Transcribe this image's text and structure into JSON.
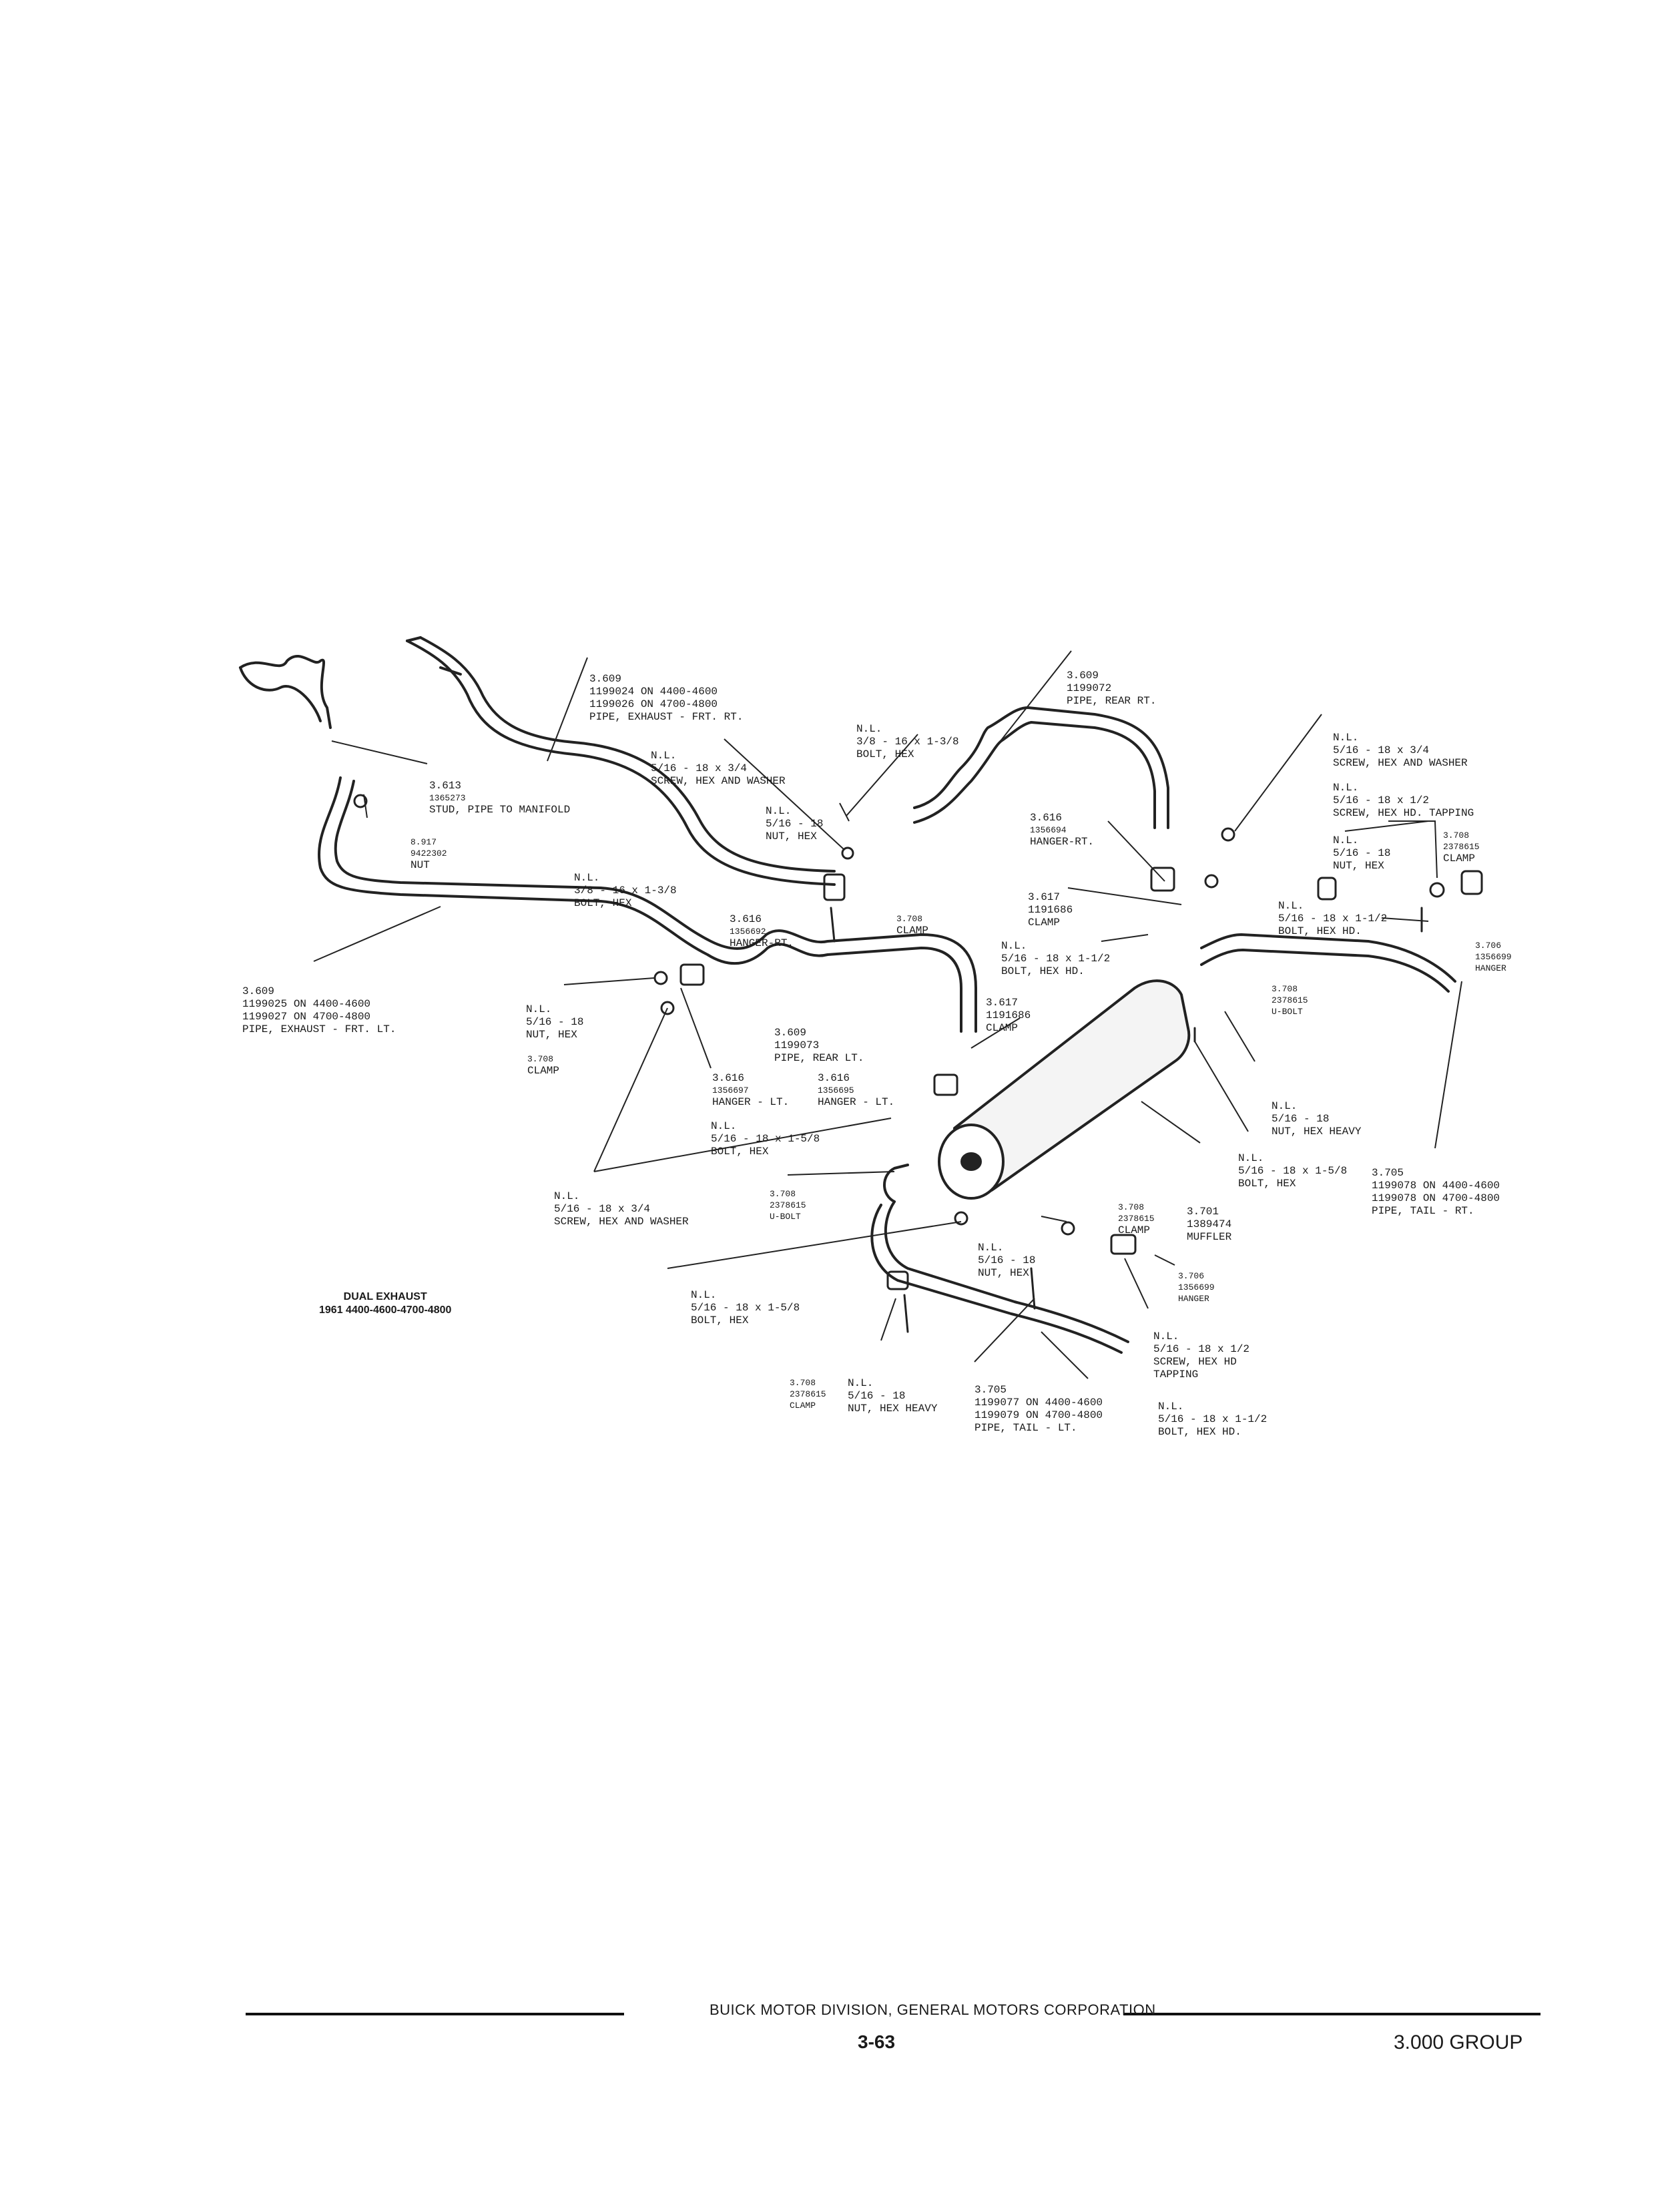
{
  "title": {
    "line1": "DUAL EXHAUST",
    "line2": "1961 4400-4600-4700-4800"
  },
  "footer": {
    "company": "BUICK MOTOR DIVISION, GENERAL MOTORS CORPORATION",
    "page": "3-63",
    "group": "3.000 GROUP"
  },
  "labels": {
    "pipe_exhaust_frt_rt": [
      "3.609",
      "1199024 ON 4400-4600",
      "1199026 ON 4700-4800",
      "PIPE, EXHAUST - FRT. RT."
    ],
    "pipe_rear_rt": [
      "3.609",
      "1199072",
      "PIPE, REAR RT."
    ],
    "bolt_hex_3_8_top": [
      "N.L.",
      "3/8 - 16 x 1-3/8",
      "BOLT, HEX"
    ],
    "screw_hex_washer_top": [
      "N.L.",
      "5/16 - 18 x 3/4",
      "SCREW, HEX AND WASHER"
    ],
    "stud_pipe_manifold": [
      "3.613",
      "1365273",
      "STUD, PIPE TO MANIFOLD"
    ],
    "nut_manifold": [
      "8.917",
      "9422302",
      "NUT"
    ],
    "nut_hex_upper": [
      "N.L.",
      "5/16 - 18",
      "NUT, HEX"
    ],
    "screw_hex_washer_right": [
      "N.L.",
      "5/16 - 18 x 3/4",
      "SCREW, HEX AND WASHER"
    ],
    "screw_tapping_right": [
      "N.L.",
      "5/16 - 18 x 1/2",
      "SCREW, HEX HD. TAPPING"
    ],
    "hanger_rt_right": [
      "3.616",
      "1356694",
      "HANGER-RT."
    ],
    "nut_hex_right": [
      "N.L.",
      "5/16 - 18",
      "NUT, HEX"
    ],
    "clamp_right_upper": [
      "3.708",
      "2378615",
      "CLAMP"
    ],
    "bolt_hex_3_8_mid": [
      "N.L.",
      "3/8 - 16 x 1-3/8",
      "BOLT, HEX"
    ],
    "hanger_rt_mid": [
      "3.616",
      "1356692",
      "HANGER-RT."
    ],
    "clamp_mid": [
      "3.708",
      "CLAMP"
    ],
    "clamp_right_mid": [
      "3.617",
      "1191686",
      "CLAMP"
    ],
    "bolt_hex_hd_right": [
      "N.L.",
      "5/16 - 18 x 1-1/2",
      "BOLT, HEX HD."
    ],
    "hanger_far_right": [
      "3.706",
      "1356699",
      "HANGER"
    ],
    "bolt_hex_hd_mid": [
      "N.L.",
      "5/16 - 18 x 1-1/2",
      "BOLT, HEX HD."
    ],
    "pipe_exhaust_frt_lt": [
      "3.609",
      "1199025 ON 4400-4600",
      "1199027 ON 4700-4800",
      "PIPE, EXHAUST - FRT. LT."
    ],
    "nut_hex_left": [
      "N.L.",
      "5/16 - 18",
      "NUT, HEX"
    ],
    "clamp_left": [
      "3.708",
      "CLAMP"
    ],
    "clamp_center": [
      "3.617",
      "1191686",
      "CLAMP"
    ],
    "ubolt_right": [
      "3.708",
      "2378615",
      "U-BOLT"
    ],
    "pipe_rear_lt": [
      "3.609",
      "1199073",
      "PIPE, REAR LT."
    ],
    "hanger_lt_a": [
      "3.616",
      "1356697",
      "HANGER - LT."
    ],
    "hanger_lt_b": [
      "3.616",
      "1356695",
      "HANGER - LT."
    ],
    "nut_hex_heavy_right": [
      "N.L.",
      "5/16 - 18",
      "NUT, HEX HEAVY"
    ],
    "bolt_hex_5_8_left": [
      "N.L.",
      "5/16 - 18 x 1-5/8",
      "BOLT, HEX"
    ],
    "bolt_hex_5_8_right": [
      "N.L.",
      "5/16 - 18 x 1-5/8",
      "BOLT, HEX"
    ],
    "pipe_tail_rt": [
      "3.705",
      "1199078 ON 4400-4600",
      "1199078 ON 4700-4800",
      "PIPE, TAIL - RT."
    ],
    "screw_hex_washer_bottom": [
      "N.L.",
      "5/16 - 18 x 3/4",
      "SCREW, HEX AND WASHER"
    ],
    "ubolt_center": [
      "3.708",
      "2378615",
      "U-BOLT"
    ],
    "clamp_bottom_right": [
      "3.708",
      "2378615",
      "CLAMP"
    ],
    "muffler": [
      "3.701",
      "1389474",
      "MUFFLER"
    ],
    "nut_hex_bottom": [
      "N.L.",
      "5/16 - 18",
      "NUT, HEX"
    ],
    "hanger_bottom": [
      "3.706",
      "1356699",
      "HANGER"
    ],
    "bolt_hex_5_8_bottom": [
      "N.L.",
      "5/16 - 18 x 1-5/8",
      "BOLT, HEX"
    ],
    "screw_tapping_bottom": [
      "N.L.",
      "5/16 - 18 x 1/2",
      "SCREW, HEX HD",
      "TAPPING"
    ],
    "clamp_bottom_left": [
      "3.708",
      "2378615",
      "CLAMP"
    ],
    "nut_hex_heavy_bottom": [
      "N.L.",
      "5/16 - 18",
      "NUT, HEX HEAVY"
    ],
    "pipe_tail_lt": [
      "3.705",
      "1199077 ON 4400-4600",
      "1199079 ON 4700-4800",
      "PIPE, TAIL - LT."
    ],
    "bolt_hex_hd_bottom": [
      "N.L.",
      "5/16 - 18 x 1-1/2",
      "BOLT, HEX HD."
    ]
  }
}
